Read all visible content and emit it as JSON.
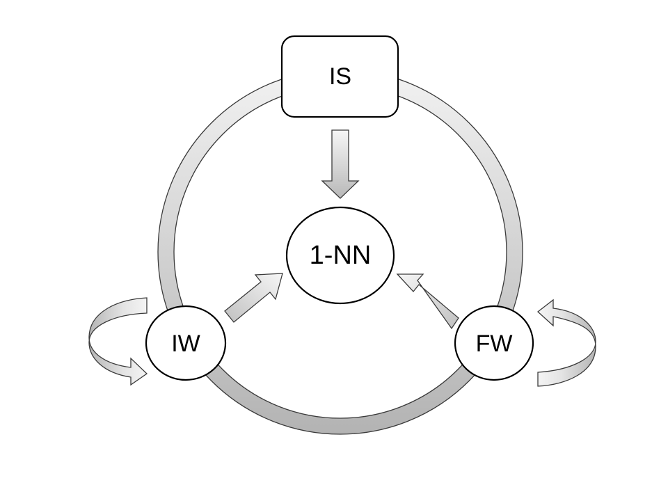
{
  "nodes": {
    "is_label": "IS",
    "center_label": "1-NN",
    "iw_label": "IW",
    "fw_label": "FW"
  },
  "colors": {
    "stroke": "#3a3a3a",
    "arrow_fill_light": "#f4f4f4",
    "arrow_fill_dark": "#b4b4b4",
    "node_fill": "#ffffff"
  }
}
